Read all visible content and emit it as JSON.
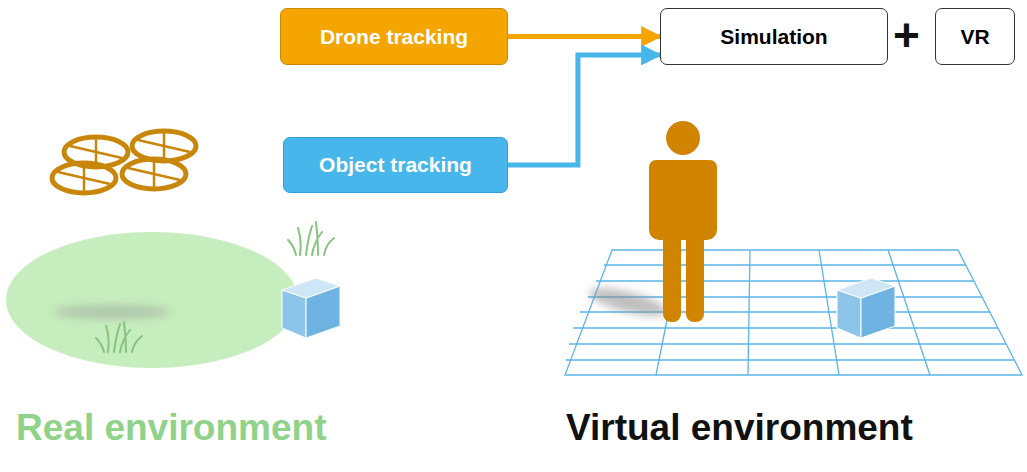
{
  "diagram": {
    "nodes": [
      {
        "text": [
          "Drone tracking"
        ]
      },
      {
        "text": [
          "Object tracking"
        ]
      },
      {
        "text": [
          "Simulation"
        ]
      },
      {
        "text": [
          "VR"
        ]
      }
    ],
    "edges": [
      {
        "from": 0,
        "to": 2,
        "arrow": "to"
      },
      {
        "from": 1,
        "to": 2,
        "arrow": "to"
      }
    ],
    "labels": [
      "+",
      "Real environment",
      "Virtual environment"
    ]
  }
}
